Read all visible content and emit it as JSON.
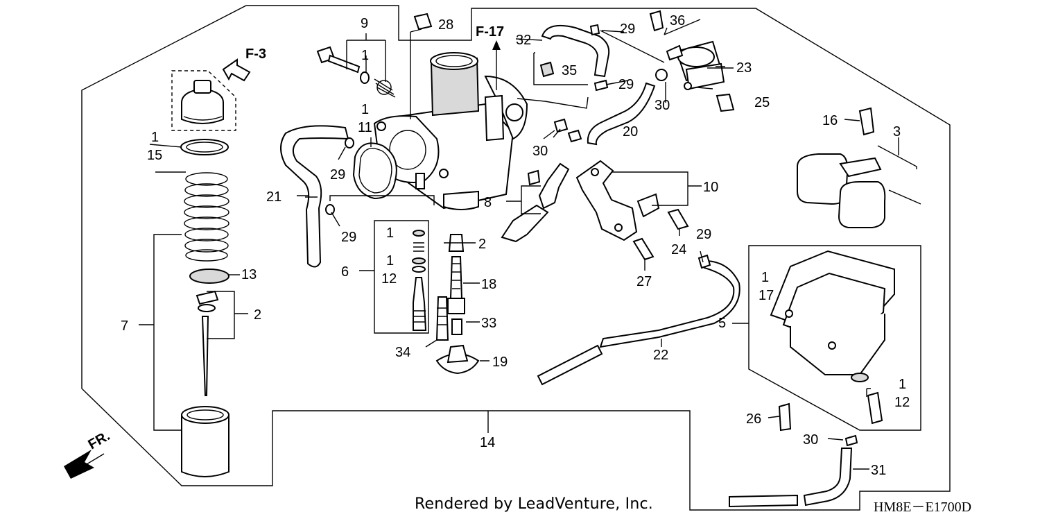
{
  "diagram": {
    "callouts": [
      {
        "id": "c1",
        "text": "9"
      },
      {
        "id": "c2",
        "text": "1"
      },
      {
        "id": "c3",
        "text": "28"
      },
      {
        "id": "c4",
        "text": "F-17"
      },
      {
        "id": "c5",
        "text": "32"
      },
      {
        "id": "c6",
        "text": "29"
      },
      {
        "id": "c7",
        "text": "36"
      },
      {
        "id": "c8",
        "text": "F-3"
      },
      {
        "id": "c9",
        "text": "35"
      },
      {
        "id": "c10",
        "text": "29"
      },
      {
        "id": "c11",
        "text": "23"
      },
      {
        "id": "c12",
        "text": "1"
      },
      {
        "id": "c13",
        "text": "11"
      },
      {
        "id": "c14",
        "text": "30"
      },
      {
        "id": "c15",
        "text": "25"
      },
      {
        "id": "c16",
        "text": "1"
      },
      {
        "id": "c17",
        "text": "15"
      },
      {
        "id": "c18",
        "text": "20"
      },
      {
        "id": "c19",
        "text": "30"
      },
      {
        "id": "c20",
        "text": "16"
      },
      {
        "id": "c21",
        "text": "3"
      },
      {
        "id": "c22",
        "text": "29"
      },
      {
        "id": "c23",
        "text": "21"
      },
      {
        "id": "c24",
        "text": "10"
      },
      {
        "id": "c25",
        "text": "8"
      },
      {
        "id": "c26",
        "text": "29"
      },
      {
        "id": "c27",
        "text": "29"
      },
      {
        "id": "c28",
        "text": "1"
      },
      {
        "id": "c29",
        "text": "2"
      },
      {
        "id": "c30",
        "text": "24"
      },
      {
        "id": "c31",
        "text": "13"
      },
      {
        "id": "c32",
        "text": "1"
      },
      {
        "id": "c33",
        "text": "6"
      },
      {
        "id": "c34",
        "text": "12"
      },
      {
        "id": "c35",
        "text": "18"
      },
      {
        "id": "c36",
        "text": "27"
      },
      {
        "id": "c37",
        "text": "1"
      },
      {
        "id": "c38",
        "text": "17"
      },
      {
        "id": "c39",
        "text": "2"
      },
      {
        "id": "c40",
        "text": "7"
      },
      {
        "id": "c41",
        "text": "33"
      },
      {
        "id": "c42",
        "text": "5"
      },
      {
        "id": "c43",
        "text": "34"
      },
      {
        "id": "c44",
        "text": "19"
      },
      {
        "id": "c45",
        "text": "22"
      },
      {
        "id": "c46",
        "text": "1"
      },
      {
        "id": "c47",
        "text": "12"
      },
      {
        "id": "c48",
        "text": "26"
      },
      {
        "id": "c49",
        "text": "14"
      },
      {
        "id": "c50",
        "text": "30"
      },
      {
        "id": "c51",
        "text": "FR."
      },
      {
        "id": "c52",
        "text": "31"
      }
    ],
    "footer": "Rendered by LeadVenture, Inc.",
    "code": "HM8E－E1700D"
  }
}
